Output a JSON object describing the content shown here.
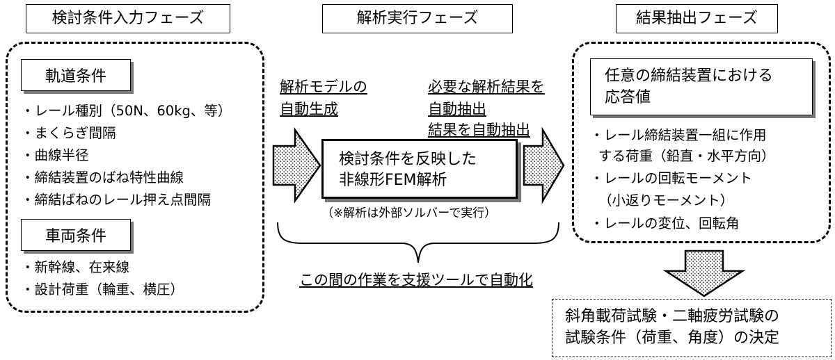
{
  "phases": {
    "input": "検討条件入力フェーズ",
    "analysis": "解析実行フェーズ",
    "extraction": "結果抽出フェーズ"
  },
  "track": {
    "title": "軌道条件",
    "items": [
      "・レール種別（50N、60kg、等）",
      "・まくらぎ間隔",
      "・曲線半径",
      "・締結装置のばね特性曲線",
      "・締結ばねのレール押え点間隔"
    ]
  },
  "vehicle": {
    "title": "車両条件",
    "items": [
      "・新幹線、在来線",
      "・設計荷重（輪重、横圧）"
    ]
  },
  "auto_model": [
    "解析モデルの",
    "自動生成"
  ],
  "auto_extract": [
    "必要な解析結果を",
    "自動抽出",
    "結果を自動抽出"
  ],
  "fem_box": [
    "検討条件を反映した",
    "非線形FEM解析"
  ],
  "solver_note": "（※解析は外部ソルバーで実行）",
  "support_tool": "この間の作業を支援ツールで自動化",
  "response": {
    "title": [
      "任意の締結装置における",
      "応答値"
    ],
    "items": [
      "・レール締結装置一組に作用",
      "する荷重（鉛直・水平方向）",
      "・レールの回転モーメント",
      "（小返りモーメント）",
      "・レールの変位、回転角"
    ]
  },
  "decision": [
    "斜角載荷試験・二軸疲労試験の",
    "試験条件（荷重、角度）の決定"
  ]
}
